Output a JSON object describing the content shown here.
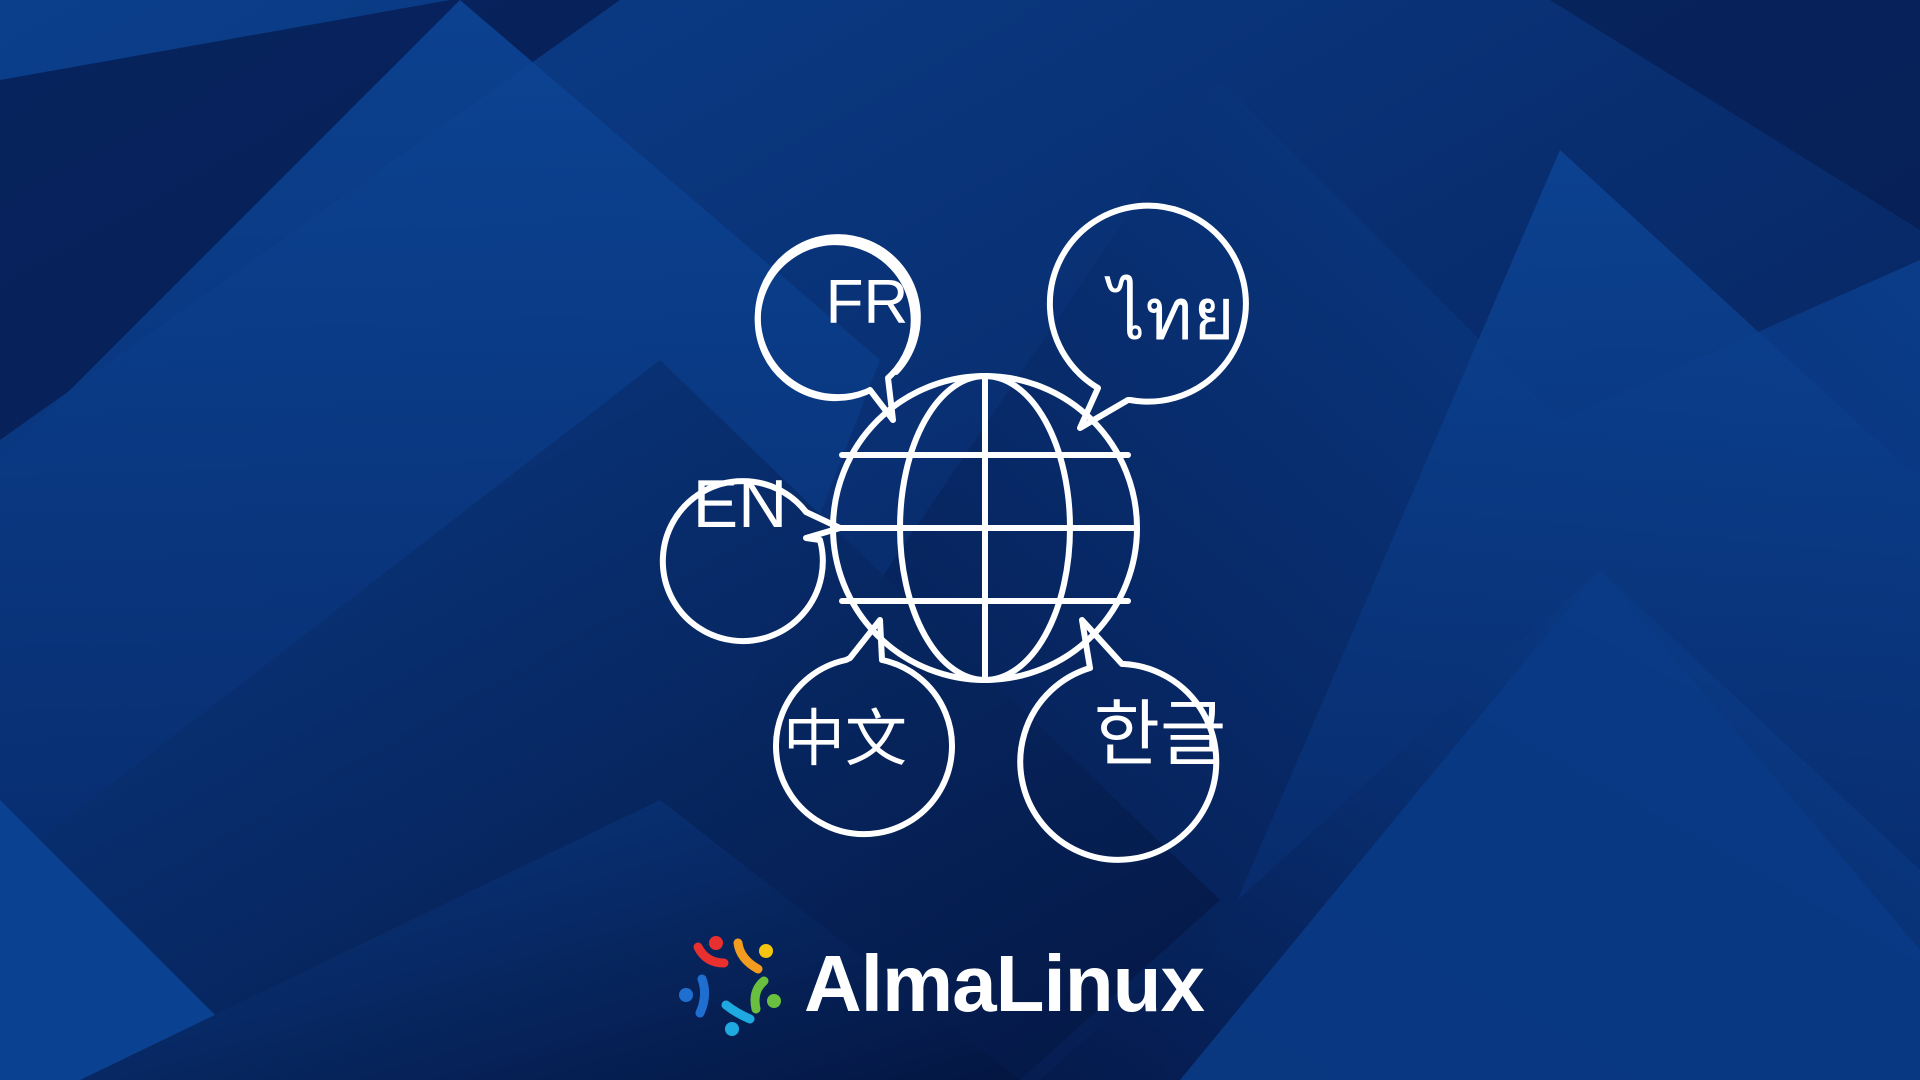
{
  "languages": {
    "fr": "FR",
    "thai": "ไทย",
    "en": "EN",
    "zh": "中文",
    "ko": "한글"
  },
  "brand": {
    "name": "AlmaLinux",
    "logo_icon": "almalinux-logo-icon"
  },
  "colors": {
    "background_dark": "#061a4d",
    "background_mid": "#0a2f72",
    "background_light": "#0b4394",
    "line": "#ffffff",
    "logo_red": "#e8312f",
    "logo_orange": "#f39c1f",
    "logo_yellow": "#f6c50f",
    "logo_green": "#6abf3f",
    "logo_cyan": "#1fa9e1",
    "logo_blue": "#1f6fd1"
  }
}
